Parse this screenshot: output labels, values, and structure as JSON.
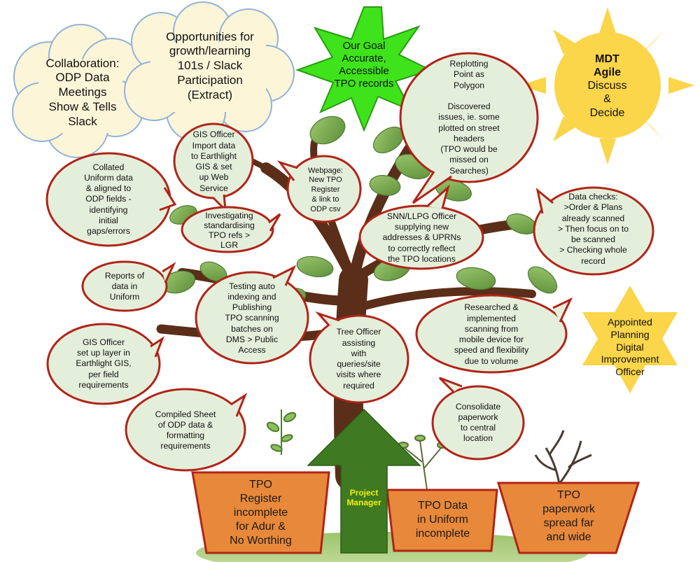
{
  "clouds": {
    "collaboration": "Collaboration:\nODP Data\nMeetings\nShow & Tells\nSlack",
    "opportunities": "Opportunities for\ngrowth/learning\n101s / Slack\nParticipation\n(Extract)"
  },
  "goal_star": "Our Goal\nAccurate,\nAccessible\nTPO records",
  "mdt_sun": {
    "title": "MDT\nAgile",
    "body": "Discuss\n&\nDecide"
  },
  "appointed_star": "Appointed\nPlanning\nDigital\nImprovement\nOfficer",
  "bubbles": {
    "collated": "Collated\nUniform data\n& aligned to\nODP fields -\nidentifying\ninitial\ngaps/errors",
    "gis_import": "GIS Officer\nImport data\nto Earthlight\nGIS & set\nup Web\nService",
    "webpage": "Webpage:\nNew TPO\nRegister\n& link to\nODP csv",
    "replotting": "Replotting\nPoint as\nPolygon\n\nDiscovered\nissues, ie. some\nplotted on street\nheaders\n(TPO would be\nmissed on\nSearches)",
    "data_checks": "Data checks:\n>Order & Plans\nalready scanned\n> Then focus on to\nbe scanned\n> Checking whole\nrecord",
    "investigating": "Investigating\nstandardising\nTPO refs >\nLGR",
    "snn_llpg": "SNN/LLPG Officer\nsupplying new\naddresses & UPRNs\nto correctly reflect\nthe TPO locations",
    "reports": "Reports of\ndata in\nUniform",
    "testing": "Testing auto\nindexing and\nPublishing\nTPO scanning\nbatches on\nDMS > Public\nAccess",
    "researched": "Researched &\nimplemented\nscanning from\nmobile device for\nspeed and flexibility\ndue to volume",
    "gis_layer": "GIS Officer\nset up layer in\nEarthlight GIS,\nper field\nrequirements",
    "tree_officer": "Tree Officer\nassisting\nwith\nqueries/site\nvisits where\nrequired",
    "compiled": "Compiled Sheet\nof ODP data &\nformatting\nrequirements",
    "consolidate": "Consolidate\npaperwork\nto central\nlocation"
  },
  "pots": {
    "adur": "TPO\nRegister\nincomplete\nfor Adur &\nNo Worthing",
    "uniform": "TPO Data\nin Uniform\nincomplete",
    "paperwork": "TPO\npaperwork\nspread far\nand wide"
  },
  "arrow_label": "Project\nManager",
  "colors": {
    "cloud_fill": "#fdf5d8",
    "bubble_fill": "#e4efdb",
    "bubble_border": "#b02418",
    "goal_star": "#3ee31b",
    "sun": "#fbd54a",
    "pot": "#e8883a",
    "pot_border": "#b02418",
    "trunk": "#5a2e18",
    "leaf": "#7fae55",
    "arrow": "#3f7a22",
    "arrow_text": "#f4f000"
  }
}
